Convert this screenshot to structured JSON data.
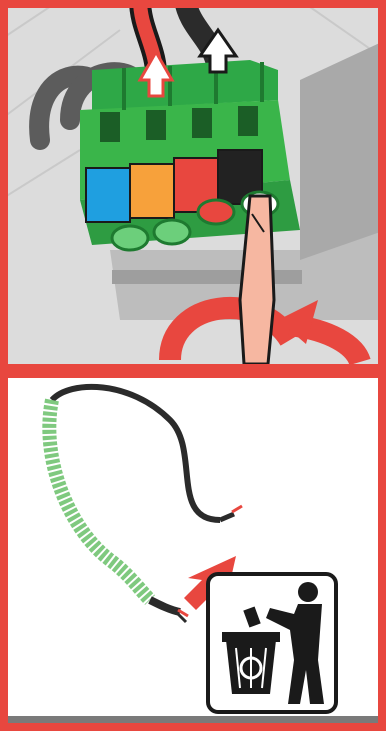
{
  "colors": {
    "frame_red": "#e8473f",
    "terminal_green": "#3ab54a",
    "terminal_green_dark": "#1e8a35",
    "slot_blue": "#1f9fe0",
    "slot_orange": "#f7a13b",
    "slot_red": "#e8473f",
    "slot_black": "#222222",
    "background_gray": "#d9d9d9",
    "screwdriver": "#f6b7a1",
    "cable_black": "#2b2b2b",
    "cable_gray": "#5c5c5c",
    "ferrite_green": "#7fc97f",
    "bin_icon": "#1a1a1a"
  },
  "panels": {
    "top": {
      "subject": "terminal-block-removal",
      "slot_colors": [
        "slot_blue",
        "slot_orange",
        "slot_red",
        "slot_black"
      ],
      "arrows": [
        "pull-up-arrow",
        "pull-up-arrow"
      ],
      "rotation": "counter-clockwise"
    },
    "bottom": {
      "subject": "dispose-cable",
      "icon": "recycle-bin-icon",
      "arrow": "down-left-arrow"
    }
  }
}
